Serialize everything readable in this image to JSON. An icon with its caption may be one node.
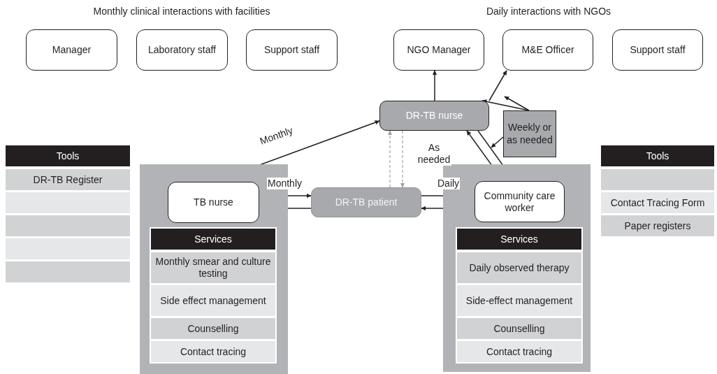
{
  "diagram": {
    "nodes": [
      {
        "text": [
          "Manager"
        ]
      },
      {
        "text": [
          "Laboratory staff"
        ]
      },
      {
        "text": [
          "Support staff"
        ]
      },
      {
        "text": [
          "NGO Manager"
        ]
      },
      {
        "text": [
          "M&E Officer"
        ]
      },
      {
        "text": [
          "Support staff"
        ]
      },
      {
        "text": [
          "DR-TB nurse"
        ]
      },
      {
        "text": [
          "Weekly or as needed"
        ]
      },
      {
        "text": [
          "Tools"
        ]
      },
      {
        "text": [
          "DR-TB Register"
        ]
      },
      {
        "text": [],
        "shape": "box"
      },
      {
        "text": [],
        "shape": "box"
      },
      {
        "text": [],
        "shape": "box"
      },
      {
        "text": [],
        "shape": "box"
      },
      {
        "text": [],
        "shape": "box"
      },
      {
        "text": [
          "TB nurse"
        ],
        "in": 14
      },
      {
        "text": [
          "Services"
        ],
        "in": 14
      },
      {
        "text": [
          "Monthly smear and culture testing"
        ],
        "in": 14
      },
      {
        "text": [
          "Side effect management"
        ],
        "in": 14
      },
      {
        "text": [
          "Counselling"
        ],
        "in": 14
      },
      {
        "text": [
          "Contact tracing"
        ],
        "in": 14
      },
      {
        "text": [
          "DR-TB patient"
        ]
      },
      {
        "text": [],
        "shape": "box"
      },
      {
        "text": [
          "Community care worker"
        ],
        "in": 22
      },
      {
        "text": [
          "Services"
        ],
        "in": 22
      },
      {
        "text": [
          "Daily observed therapy"
        ],
        "in": 22
      },
      {
        "text": [
          "Side-effect management"
        ],
        "in": 22
      },
      {
        "text": [
          "Counselling"
        ],
        "in": 22
      },
      {
        "text": [
          "Contact tracing"
        ],
        "in": 22
      },
      {
        "text": [
          "Tools"
        ]
      },
      {
        "text": [],
        "shape": "box"
      },
      {
        "text": [
          "Contact Tracing Form"
        ]
      },
      {
        "text": [
          "Paper registers"
        ]
      }
    ],
    "edges": [
      {
        "from": 6,
        "to": 3,
        "arrow": "to"
      },
      {
        "from": 6,
        "to": 4,
        "arrow": "to"
      },
      {
        "from": 7,
        "to": 6,
        "arrow": "to"
      },
      {
        "from": 7,
        "to": null,
        "arrow": "to"
      },
      {
        "from": 23,
        "to": 6,
        "arrow": "to"
      },
      {
        "from": 6,
        "to": 23,
        "arrow": "to"
      },
      {
        "from": 7,
        "to": null,
        "arrow": "to"
      },
      {
        "from": 15,
        "to": 6,
        "label": "Monthly",
        "arrow": "to"
      },
      {
        "from": 15,
        "to": 21,
        "label": "Monthly",
        "arrow": "to"
      },
      {
        "from": 21,
        "to": 15,
        "arrow": "to"
      },
      {
        "from": 21,
        "to": 23,
        "label": "Daily",
        "arrow": "to"
      },
      {
        "from": 23,
        "to": 21,
        "arrow": "to"
      },
      {
        "from": 21,
        "to": 6,
        "arrow": "to",
        "style": "dashed",
        "color": "#a0a2a5"
      },
      {
        "from": 6,
        "to": 21,
        "label": "As needed",
        "arrow": "to",
        "style": "dashed",
        "color": "#a0a2a5"
      }
    ],
    "labels": [
      "Monthly clinical interactions with facilities",
      "Daily interactions with NGOs"
    ]
  }
}
